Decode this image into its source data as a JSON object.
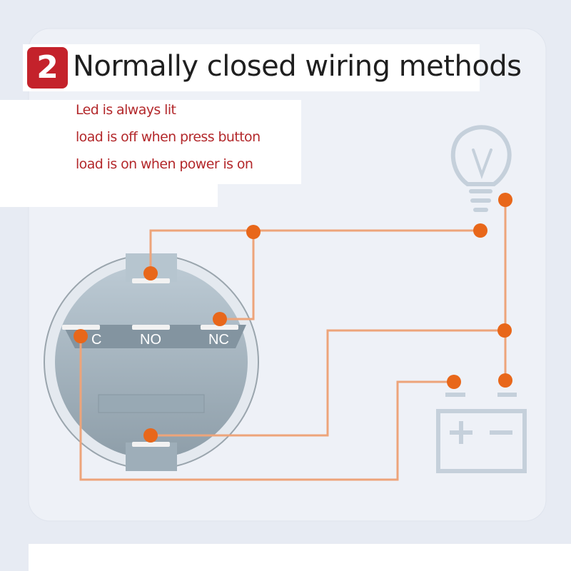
{
  "header": {
    "step_number": "2",
    "title": "Normally closed wiring methods"
  },
  "notes": [
    "Led is always lit",
    "load is off when press button",
    "load is  on when power is on"
  ],
  "switch": {
    "pins": [
      "C",
      "NO",
      "NC"
    ]
  },
  "icons": [
    "light-bulb-icon",
    "battery-icon",
    "push-button-switch-icon"
  ],
  "colors": {
    "badge": "#c4222b",
    "note_text": "#b3282b",
    "wire": "#eda47a",
    "terminal_dot": "#e8671a",
    "switch_body": "#a9b8c3"
  }
}
